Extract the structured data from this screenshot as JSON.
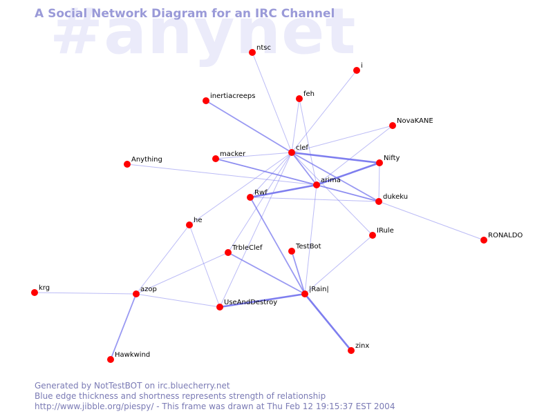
{
  "channel": "#anynet",
  "title": "A Social Network Diagram for an IRC Channel",
  "footer": {
    "line1": "Generated by NotTestBOT on irc.bluecherry.net",
    "line2": "Blue edge thickness and shortness represents strength of relationship",
    "line3": "http://www.jibble.org/piespy/ - This frame was drawn at Thu Feb 12 19:15:37 EST 2004"
  },
  "colors": {
    "node": "#ff0000",
    "edge": "#7777ee",
    "title": "#9a9ad8",
    "watermark": "#ebebfa"
  },
  "nodes": [
    {
      "id": "ntsc",
      "label": "ntsc"
    },
    {
      "id": "i",
      "label": "i"
    },
    {
      "id": "inertiacreeps",
      "label": "inertiacreeps"
    },
    {
      "id": "feh",
      "label": "feh"
    },
    {
      "id": "NovaKANE",
      "label": "NovaKANE"
    },
    {
      "id": "clef",
      "label": "clef"
    },
    {
      "id": "Nifty",
      "label": "Nifty"
    },
    {
      "id": "macker",
      "label": "macker"
    },
    {
      "id": "Anything",
      "label": "Anything"
    },
    {
      "id": "arima",
      "label": "arima"
    },
    {
      "id": "Rwf",
      "label": "Rwf"
    },
    {
      "id": "dukeku",
      "label": "dukeku"
    },
    {
      "id": "he",
      "label": "he"
    },
    {
      "id": "IRule",
      "label": "IRule"
    },
    {
      "id": "RONALDO",
      "label": "RONALDO"
    },
    {
      "id": "TrbleClef",
      "label": "TrbleClef"
    },
    {
      "id": "TestBot",
      "label": "TestBot"
    },
    {
      "id": "krg",
      "label": "krg"
    },
    {
      "id": "azop",
      "label": "azop"
    },
    {
      "id": "Rain",
      "label": "|Rain|"
    },
    {
      "id": "UseAndDestroy",
      "label": "UseAndDestroy"
    },
    {
      "id": "zinx",
      "label": "zinx"
    },
    {
      "id": "Hawkwind",
      "label": "Hawkwind"
    }
  ],
  "edges": [
    {
      "from": "clef",
      "to": "ntsc",
      "strength": 1
    },
    {
      "from": "clef",
      "to": "i",
      "strength": 1
    },
    {
      "from": "clef",
      "to": "inertiacreeps",
      "strength": 2
    },
    {
      "from": "clef",
      "to": "feh",
      "strength": 1
    },
    {
      "from": "clef",
      "to": "NovaKANE",
      "strength": 1
    },
    {
      "from": "clef",
      "to": "Nifty",
      "strength": 3
    },
    {
      "from": "clef",
      "to": "arima",
      "strength": 2
    },
    {
      "from": "clef",
      "to": "dukeku",
      "strength": 2
    },
    {
      "from": "clef",
      "to": "Rwf",
      "strength": 1
    },
    {
      "from": "clef",
      "to": "macker",
      "strength": 1
    },
    {
      "from": "clef",
      "to": "IRule",
      "strength": 1
    },
    {
      "from": "clef",
      "to": "he",
      "strength": 1
    },
    {
      "from": "clef",
      "to": "TrbleClef",
      "strength": 1
    },
    {
      "from": "clef",
      "to": "UseAndDestroy",
      "strength": 1
    },
    {
      "from": "feh",
      "to": "arima",
      "strength": 1
    },
    {
      "from": "NovaKANE",
      "to": "arima",
      "strength": 1
    },
    {
      "from": "Nifty",
      "to": "arima",
      "strength": 3
    },
    {
      "from": "Nifty",
      "to": "dukeku",
      "strength": 1
    },
    {
      "from": "macker",
      "to": "arima",
      "strength": 2
    },
    {
      "from": "macker",
      "to": "dukeku",
      "strength": 1
    },
    {
      "from": "Anything",
      "to": "arima",
      "strength": 1
    },
    {
      "from": "arima",
      "to": "Rwf",
      "strength": 3
    },
    {
      "from": "arima",
      "to": "dukeku",
      "strength": 2
    },
    {
      "from": "arima",
      "to": "Rain",
      "strength": 1
    },
    {
      "from": "Rwf",
      "to": "dukeku",
      "strength": 1
    },
    {
      "from": "Rwf",
      "to": "Rain",
      "strength": 2
    },
    {
      "from": "dukeku",
      "to": "RONALDO",
      "strength": 1
    },
    {
      "from": "IRule",
      "to": "Rain",
      "strength": 1
    },
    {
      "from": "he",
      "to": "azop",
      "strength": 1
    },
    {
      "from": "he",
      "to": "UseAndDestroy",
      "strength": 1
    },
    {
      "from": "TrbleClef",
      "to": "azop",
      "strength": 1
    },
    {
      "from": "TrbleClef",
      "to": "Rain",
      "strength": 2
    },
    {
      "from": "TestBot",
      "to": "Rain",
      "strength": 2
    },
    {
      "from": "krg",
      "to": "azop",
      "strength": 1
    },
    {
      "from": "azop",
      "to": "UseAndDestroy",
      "strength": 1
    },
    {
      "from": "azop",
      "to": "Hawkwind",
      "strength": 2
    },
    {
      "from": "Rain",
      "to": "UseAndDestroy",
      "strength": 3
    },
    {
      "from": "Rain",
      "to": "zinx",
      "strength": 3
    }
  ]
}
